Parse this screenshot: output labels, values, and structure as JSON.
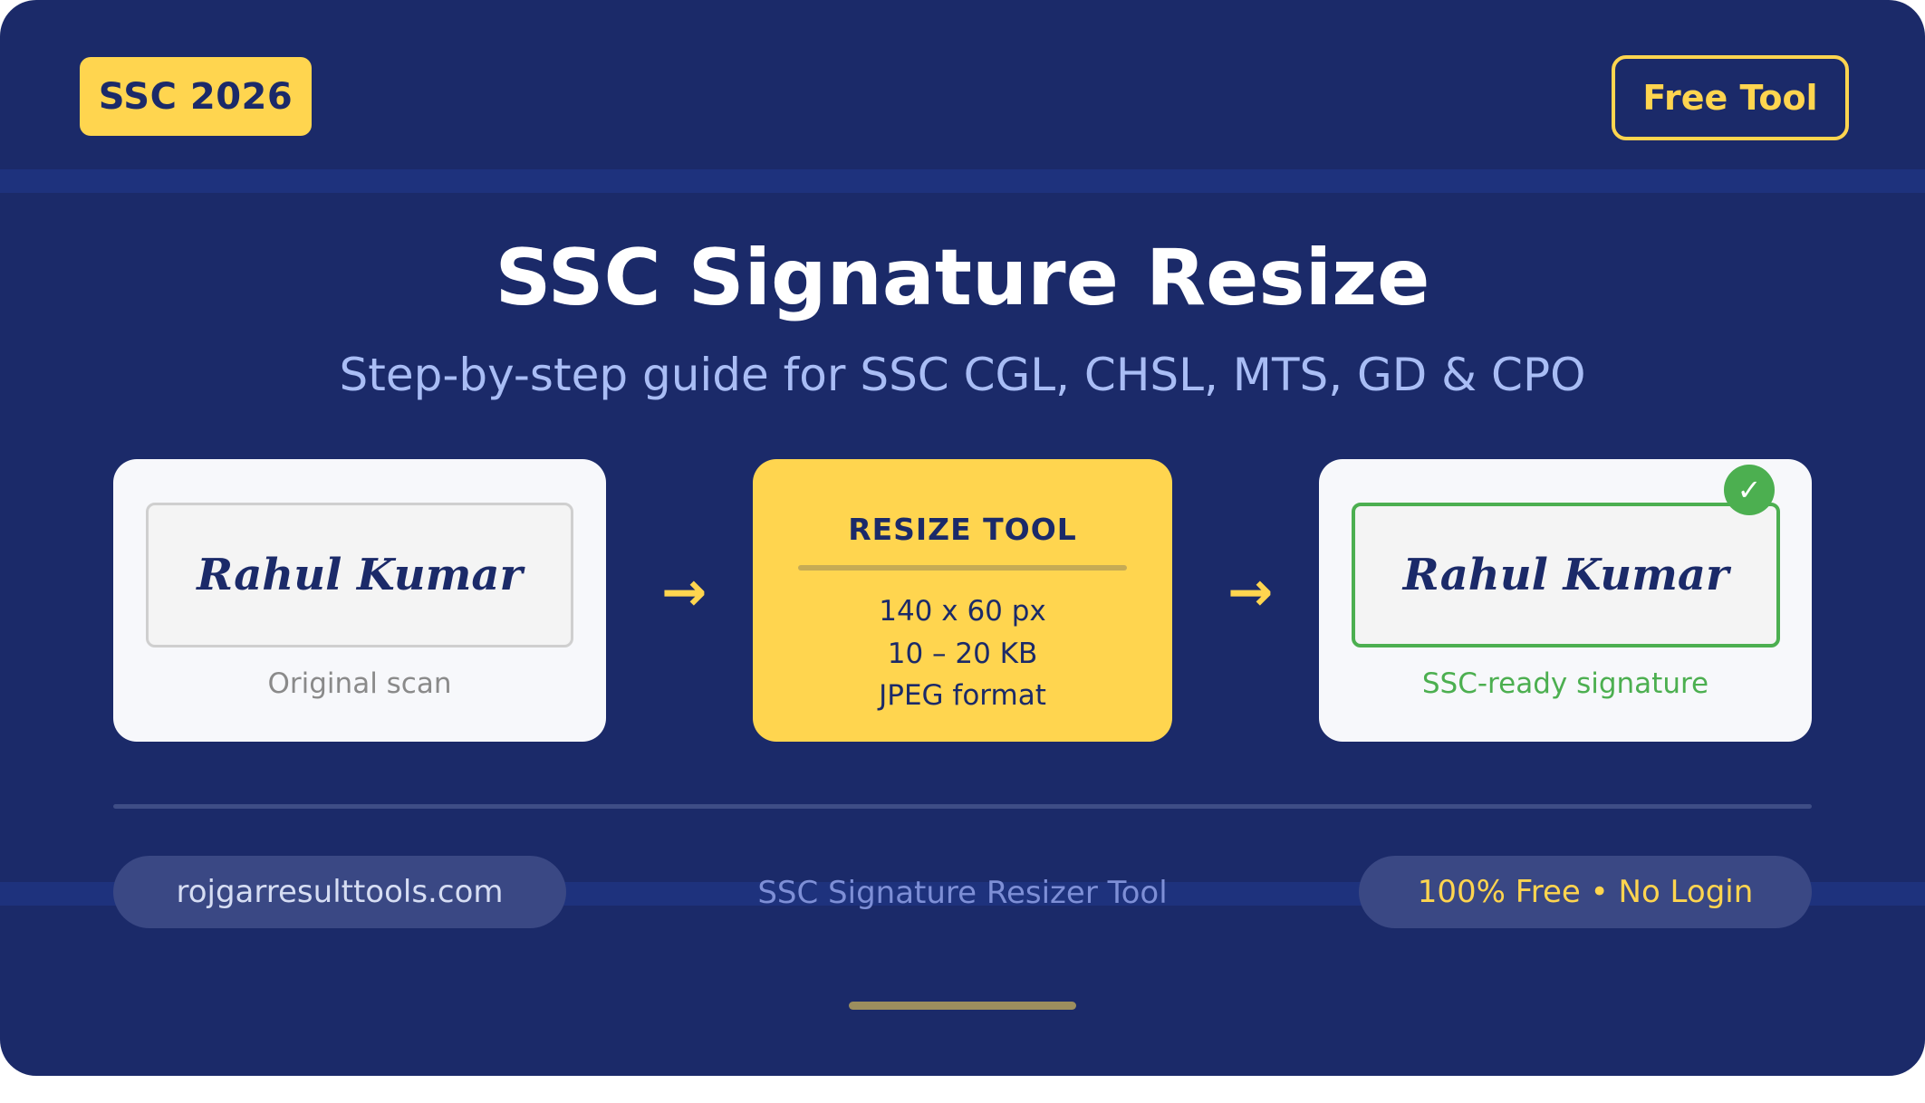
{
  "header": {
    "year_badge": "SSC 2026",
    "free_badge": "Free Tool"
  },
  "hero": {
    "title": "SSC Signature Resize",
    "subtitle": "Step-by-step guide for SSC CGL, CHSL, MTS, GD & CPO"
  },
  "steps": {
    "original": {
      "signature": "Rahul Kumar",
      "caption": "Original scan"
    },
    "tool": {
      "title": "RESIZE TOOL",
      "lines": [
        "140 x 60 px",
        "10 – 20 KB",
        "JPEG format"
      ]
    },
    "result": {
      "signature": "Rahul Kumar",
      "caption": "SSC-ready signature",
      "check_icon": "check-icon"
    },
    "arrow_icon": "arrow-right-icon"
  },
  "footer": {
    "site": "rojgarresulttools.com",
    "tool_name": "SSC Signature Resizer Tool",
    "free_note": "100% Free • No Login"
  },
  "colors": {
    "background": "#1b2a69",
    "accent": "#ffd54f",
    "success": "#4caf50",
    "panel": "#f7f8fb"
  }
}
